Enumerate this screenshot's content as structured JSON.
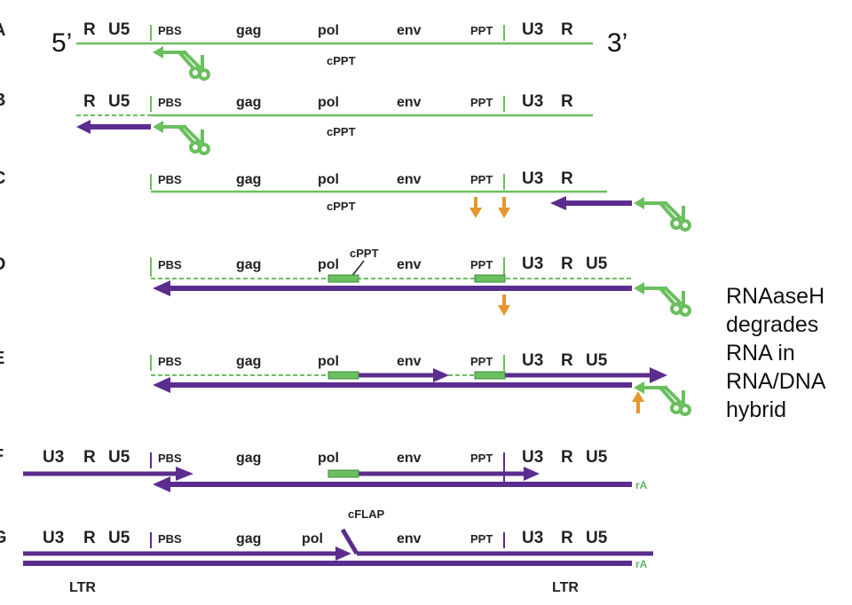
{
  "colors": {
    "rna": "#6abf5e",
    "dna": "#5b2d8e",
    "arrow": "#e8962e",
    "text": "#222222"
  },
  "row_letters": [
    "A",
    "B",
    "C",
    "D",
    "E",
    "F",
    "G"
  ],
  "ends": {
    "five_prime": "5’",
    "three_prime": "3’"
  },
  "labels": {
    "R": "R",
    "U5": "U5",
    "U3": "U3",
    "PBS": "PBS",
    "gag": "gag",
    "pol": "pol",
    "env": "env",
    "PPT": "PPT",
    "cPPT": "cPPT",
    "cFLAP": "cFLAP",
    "LTR": "LTR",
    "rA": "rA"
  },
  "side_note": {
    "lines": [
      "RNAaseH",
      "degrades",
      "RNA in",
      "RNA/DNA",
      "hybrid"
    ]
  },
  "icons": {
    "trna": "trna-primer-icon",
    "rnase_cut": "rnase-cut-arrow-icon"
  }
}
